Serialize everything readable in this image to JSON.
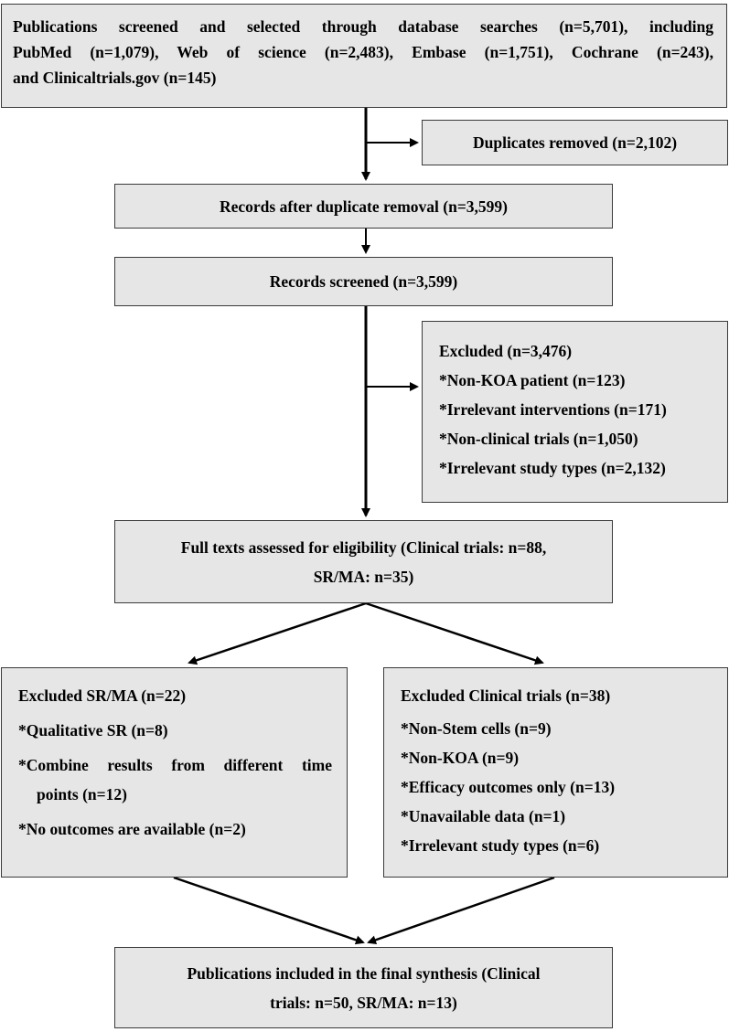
{
  "boxes": {
    "search": {
      "line1": "Publications screened and selected through database searches (n=5,701), including",
      "line2": "PubMed (n=1,079), Web of science (n=2,483), Embase (n=1,751), Cochrane (n=243),",
      "line3": "and Clinicaltrials.gov (n=145)"
    },
    "duplicates": "Duplicates removed (n=2,102)",
    "after_dup": "Records after duplicate removal (n=3,599)",
    "screened": "Records screened (n=3,599)",
    "excluded1": {
      "title": "Excluded (n=3,476)",
      "items": [
        "*Non-KOA patient (n=123)",
        "*Irrelevant interventions (n=171)",
        "*Non-clinical trials (n=1,050)",
        "*Irrelevant study types (n=2,132)"
      ]
    },
    "fulltext": {
      "line1": "Full texts assessed for eligibility (Clinical trials: n=88,",
      "line2": "SR/MA: n=35)"
    },
    "excluded_srma": {
      "title": "Excluded SR/MA (n=22)",
      "item1": "*Qualitative SR (n=8)",
      "item2a": "*Combine results from different time",
      "item2b": "points (n=12)",
      "item3": "*No outcomes are available (n=2)"
    },
    "excluded_trials": {
      "title": "Excluded Clinical trials (n=38)",
      "items": [
        "*Non-Stem cells (n=9)",
        "*Non-KOA (n=9)",
        "*Efficacy outcomes only (n=13)",
        "*Unavailable data (n=1)",
        "*Irrelevant study types (n=6)"
      ]
    },
    "final": {
      "line1": "Publications included in the final synthesis (Clinical",
      "line2": "trials: n=50, SR/MA: n=13)"
    }
  },
  "colors": {
    "box_fill": "#e6e6e6",
    "box_border": "#3a3a3a",
    "arrow": "#000000"
  }
}
